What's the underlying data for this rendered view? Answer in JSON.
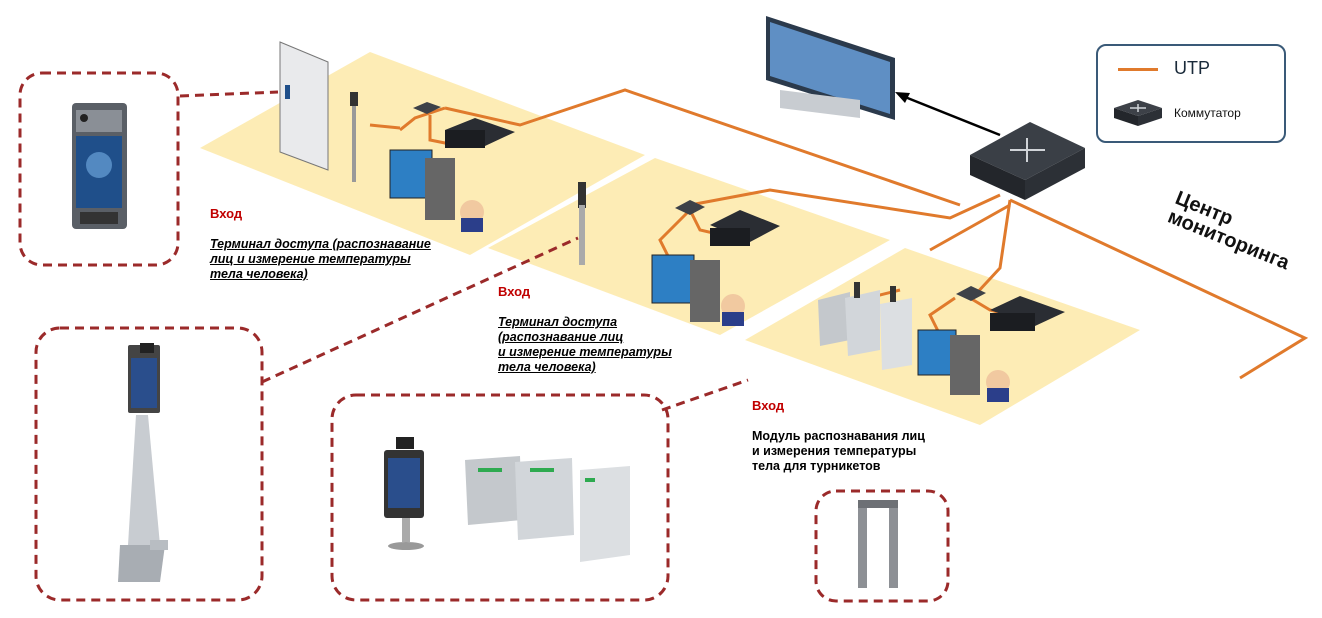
{
  "legend": {
    "utp_label": "UTP",
    "switch_label": "Коммутатор"
  },
  "monitoring_center": {
    "line1": "Центр",
    "line2": "мониторинга"
  },
  "zones": [
    {
      "entry": "Вход",
      "lines": [
        "Терминал доступа (распознавание",
        "лиц и измерение температуры",
        "тела человека)"
      ]
    },
    {
      "entry": "Вход",
      "lines": [
        "Терминал доступа",
        "(распознавание лиц",
        "и измерение температуры",
        "тела человека)"
      ]
    },
    {
      "entry": "Вход",
      "lines": [
        "Модуль распознавания лиц",
        "и измерения температуры",
        "тела для турникетов"
      ]
    }
  ],
  "colors": {
    "zone_fill": "#fde9a8",
    "utp_line": "#e07a2c",
    "dashed_border": "#9b2a2a",
    "legend_border": "#3a5a78",
    "entry_text": "#c00000"
  }
}
